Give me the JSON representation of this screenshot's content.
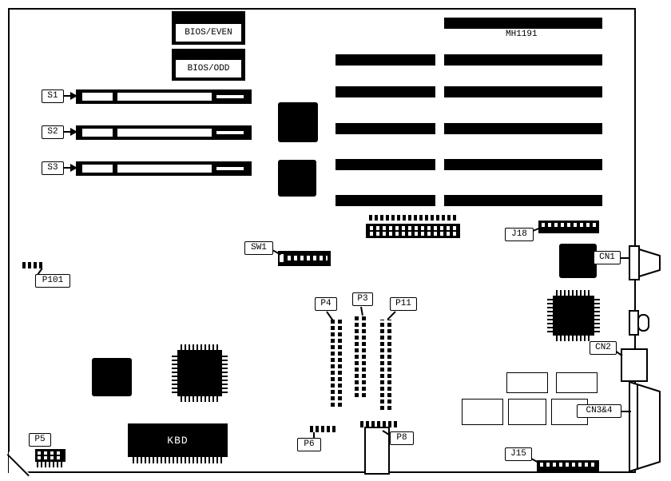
{
  "diagram": {
    "board_id": "MH1191",
    "chips": {
      "bios_even": "BIOS/EVEN",
      "bios_odd": "BIOS/ODD",
      "kbd": "KBD"
    },
    "callouts": {
      "s1": "S1",
      "s2": "S2",
      "s3": "S3",
      "sw1": "SW1",
      "p101": "P101",
      "p4": "P4",
      "p3": "P3",
      "p11": "P11",
      "p5": "P5",
      "p6": "P6",
      "p8": "P8",
      "j18": "J18",
      "j15": "J15",
      "cn1": "CN1",
      "cn2": "CN2",
      "cn34": "CN3&4"
    },
    "colors": {
      "component_fill": "#000000",
      "board_fill": "#ffffff",
      "line": "#000000"
    }
  }
}
